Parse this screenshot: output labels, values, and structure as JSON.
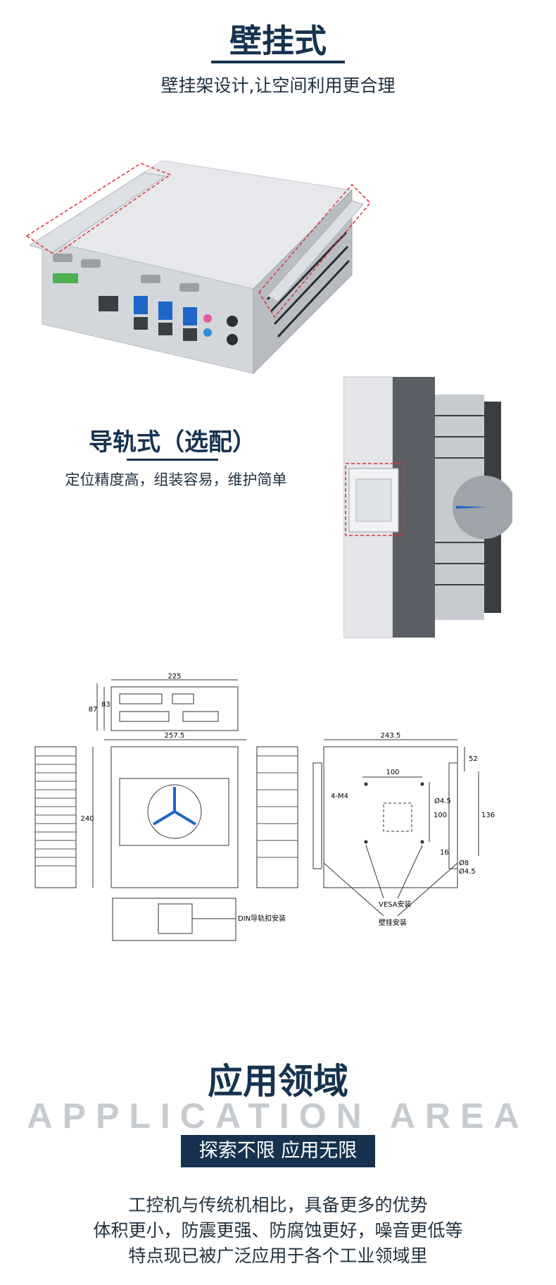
{
  "wall_mount": {
    "title": "壁挂式",
    "subtitle": "壁挂架设计,让空间利用更合理"
  },
  "din_rail": {
    "title": "导轨式（选配）",
    "subtitle": "定位精度高，组装容易，维护简单"
  },
  "drawing": {
    "dim_225": "225",
    "dim_87": "87",
    "dim_83": "83",
    "dim_257_5": "257.5",
    "dim_240": "240",
    "dim_243_5": "243.5",
    "dim_100_h": "100",
    "dim_100_v": "100",
    "dim_52": "52",
    "dim_136": "136",
    "dim_16": "16",
    "label_4m4": "4-M4",
    "label_d45": "Ø4.5",
    "label_d8": "Ø8",
    "label_d45b": "Ø4.5",
    "label_vesa": "VESA安装",
    "label_wall": "壁挂安装",
    "label_din": "DIN导轨扣安装"
  },
  "application": {
    "title": "应用领域",
    "title_en": "APPLICATION AREA",
    "badge": "探索不限 应用无限",
    "lines": [
      "工控机与传统机相比，具备更多的优势",
      "体积更小，防震更强、防腐蚀更好，噪音更低等",
      "特点现已被广泛应用于各个工业领域里"
    ]
  },
  "colors": {
    "navy": "#16324f",
    "highlight": "#e0313a"
  }
}
